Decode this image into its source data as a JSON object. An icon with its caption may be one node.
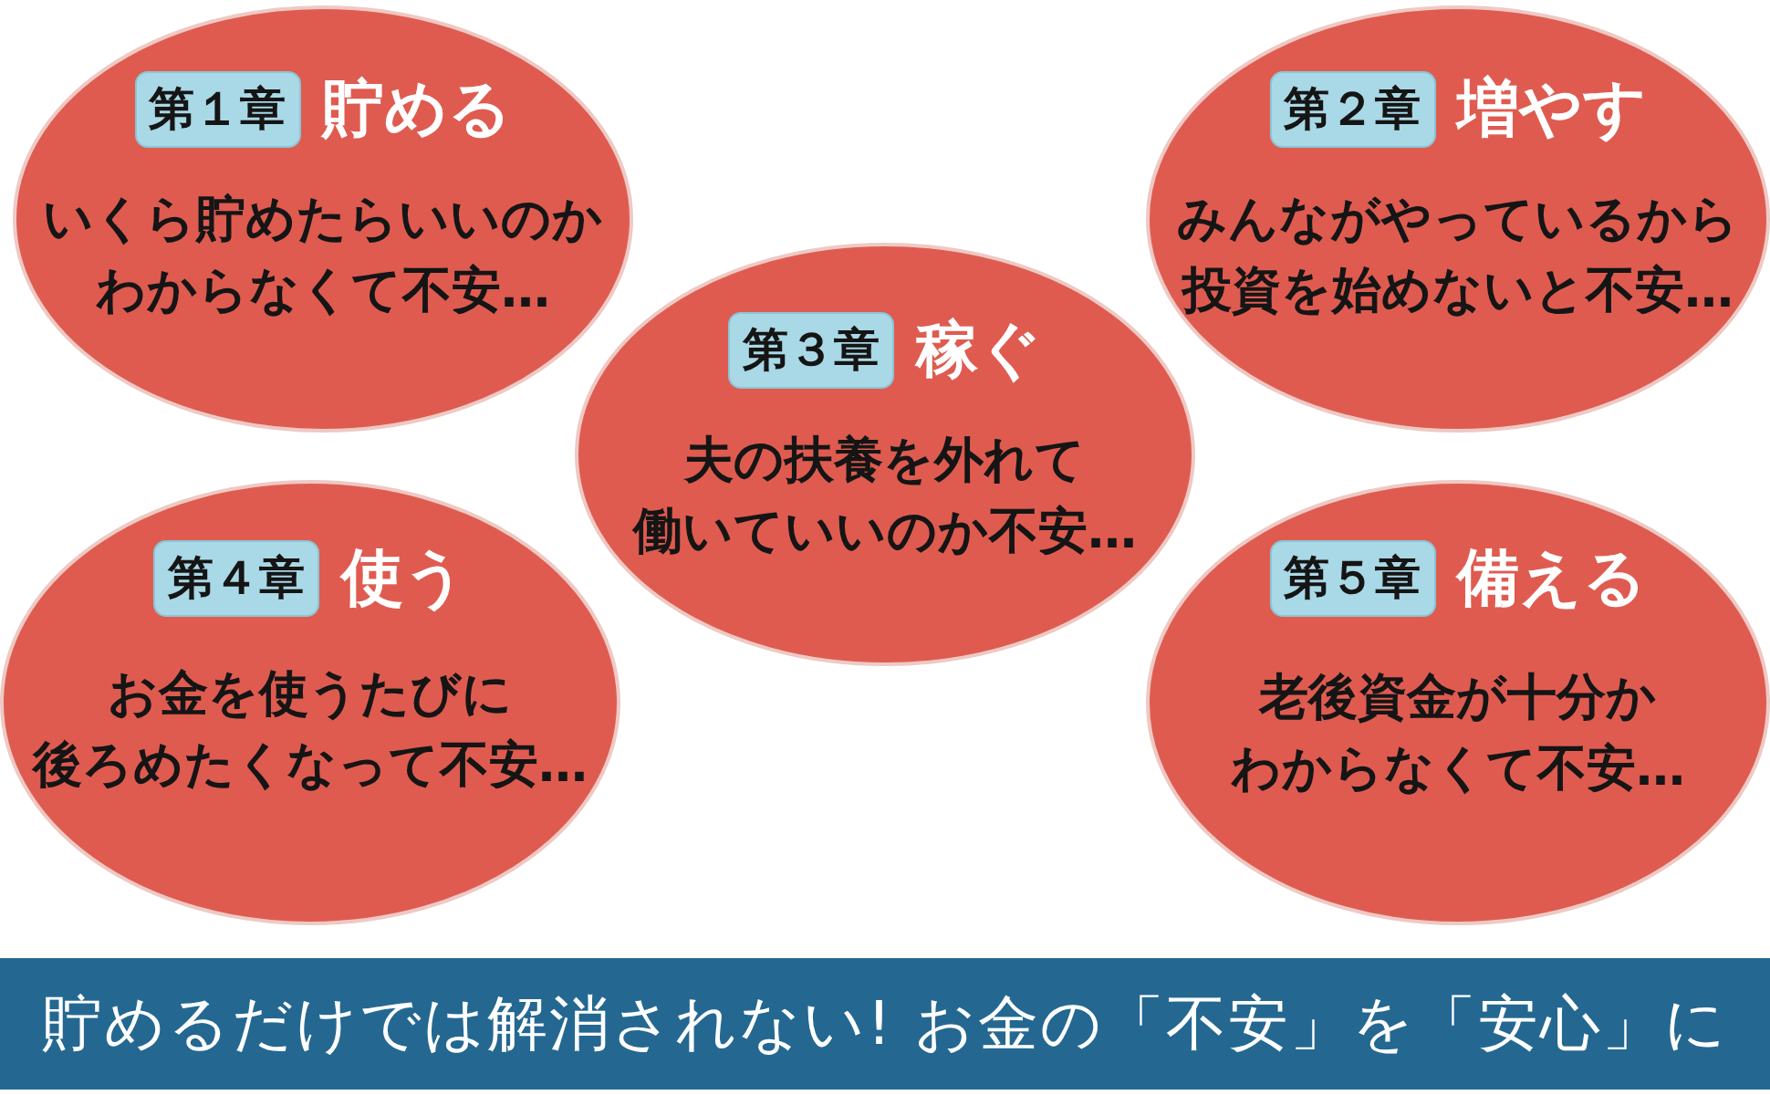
{
  "diagram": {
    "nodes": [
      {
        "text": [
          "貯める",
          "いくら貯めたらいいのかわからなくて不安…"
        ]
      },
      {
        "text": [
          "第１章"
        ],
        "in": 0
      },
      {
        "text": [
          "増やす",
          "みんながやっているから投資を始めないと不安…"
        ]
      },
      {
        "text": [
          "第２章"
        ],
        "in": 2
      },
      {
        "text": [
          "稼ぐ",
          "夫の扶養を外れて働いていいのか不安…"
        ]
      },
      {
        "text": [
          "第３章"
        ],
        "in": 4
      },
      {
        "text": [
          "使う",
          "お金を使うたびに後ろめたくなって不安…"
        ]
      },
      {
        "text": [
          "第４章"
        ],
        "in": 6
      },
      {
        "text": [
          "備える",
          "老後資金が十分かわからなくて不安…"
        ]
      },
      {
        "text": [
          "第５章"
        ],
        "in": 8
      },
      {
        "text": [
          "貯めるだけでは解消されない! お金の「不安」を「安心」に"
        ]
      }
    ]
  }
}
